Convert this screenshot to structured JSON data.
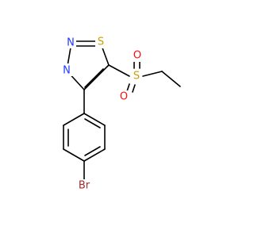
{
  "molecule": {
    "atoms": {
      "s_ring": "S",
      "n_top": "N",
      "n_ring": "N",
      "s_sulfonyl": "S",
      "o_top": "O",
      "o_bottom": "O",
      "br": "Br"
    },
    "colors": {
      "bond": "#000000",
      "sulfur": "#C8A000",
      "nitrogen": "#1F3BFF",
      "oxygen": "#FF0D0D",
      "bromine": "#A52A2A"
    }
  }
}
